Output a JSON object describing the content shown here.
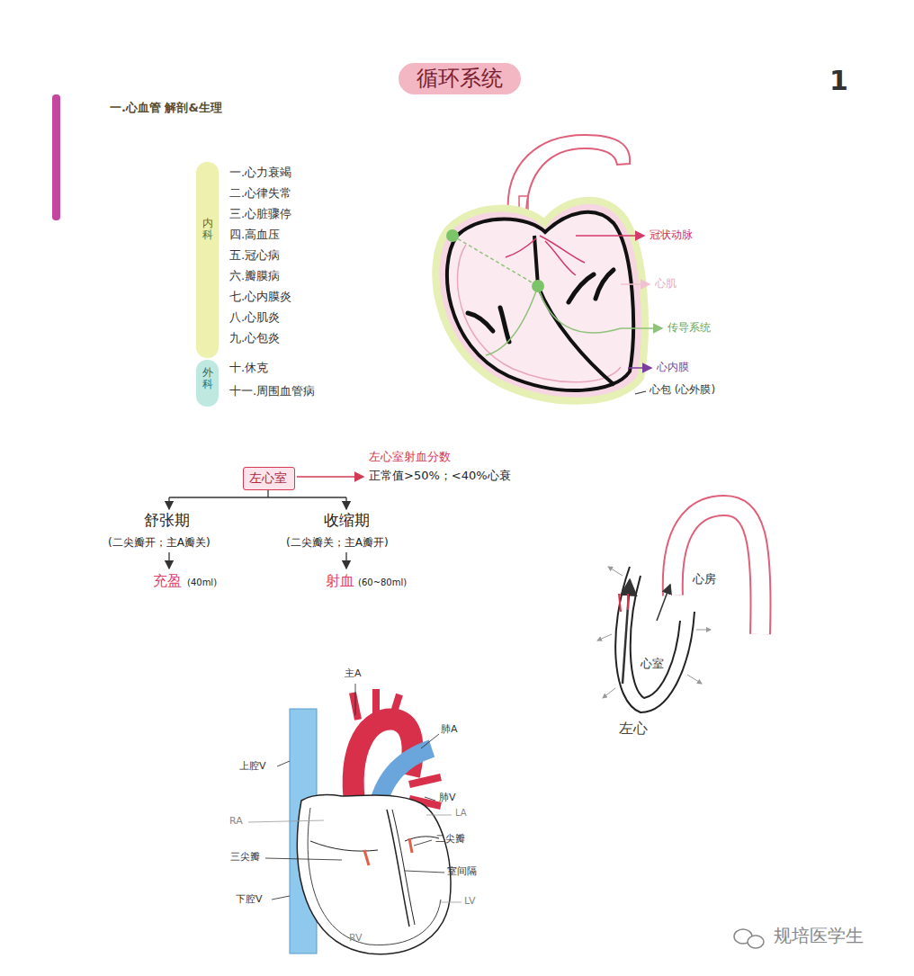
{
  "diagram": {
    "title": "循环系统",
    "nodes": [
      {
        "text": [
          "内科"
        ]
      },
      {
        "text": [
          "外科"
        ]
      },
      {
        "text": [
          "左心室"
        ]
      }
    ],
    "labels": [
      "1",
      "一.心血管 解剖&生理",
      "一.心力衰竭",
      "二.心律失常",
      "三.心脏骤停",
      "四.高血压",
      "五.冠心病",
      "六.瓣膜病",
      "七.心内膜炎",
      "八.心肌炎",
      "九.心包炎",
      "十.休克",
      "十一.周围血管病",
      "冠状动脉",
      "心肌",
      "传导系统",
      "心内膜",
      "心包 (心外膜)",
      "左心室射血分数",
      "正常值>50%；<40%心衰",
      "舒张期",
      "(二尖瓣开；主A瓣关)",
      "充盈",
      "(40ml)",
      "收缩期",
      "(二尖瓣关；主A瓣开)",
      "射血",
      "(60~80ml)",
      "心房",
      "心室",
      "左心",
      "主A",
      "肺A",
      "上腔V",
      "肺V",
      "LA",
      "二尖瓣",
      "RA",
      "三尖瓣",
      "室间隔",
      "下腔V",
      "LV",
      "RV",
      "规培医学生"
    ]
  }
}
